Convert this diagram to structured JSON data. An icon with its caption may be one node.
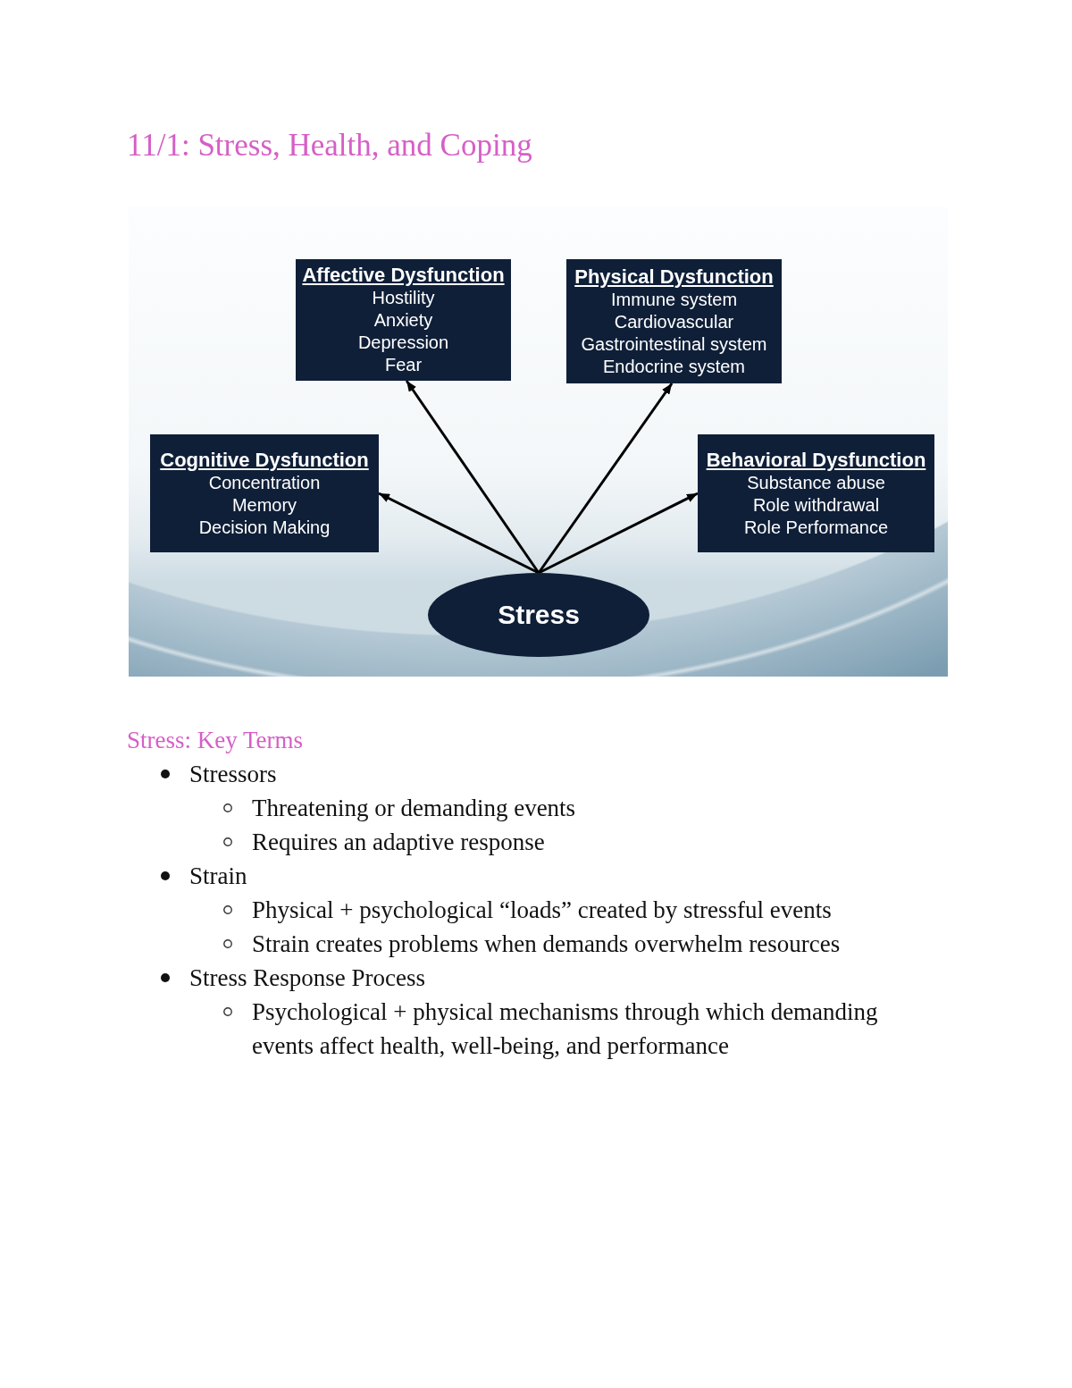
{
  "diagram": {
    "title": "11/1: Stress, Health, and Coping",
    "nodes": [
      {
        "text": [
          "Affective Dysfunction",
          "Hostility",
          "Anxiety",
          "Depression",
          "Fear"
        ]
      },
      {
        "text": [
          "Physical Dysfunction",
          "Immune system",
          "Cardiovascular",
          "Gastrointestinal system",
          "Endocrine system"
        ]
      },
      {
        "text": [
          "Cognitive Dysfunction",
          "Concentration",
          "Memory",
          "Decision Making"
        ]
      },
      {
        "text": [
          "Behavioral Dysfunction",
          "Substance abuse",
          "Role withdrawal",
          "Role Performance"
        ]
      },
      {
        "text": [
          "Stress"
        ]
      }
    ],
    "edges": [
      {
        "from": 4,
        "to": 2,
        "arrow": "to"
      },
      {
        "from": 4,
        "to": 0,
        "arrow": "to"
      },
      {
        "from": 4,
        "to": 1,
        "arrow": "to"
      },
      {
        "from": 4,
        "to": 3,
        "arrow": "to"
      }
    ],
    "labels": [
      "Stress: Key Terms",
      "Stressors",
      "Threatening or demanding events",
      "Requires an adaptive response",
      "Strain",
      "Physical + psychological “loads” created by stressful events",
      "Strain creates problems when demands overwhelm resources",
      "Stress Response Process",
      "Psychological + physical mechanisms through which demanding events affect health, well-being, and performance"
    ]
  }
}
